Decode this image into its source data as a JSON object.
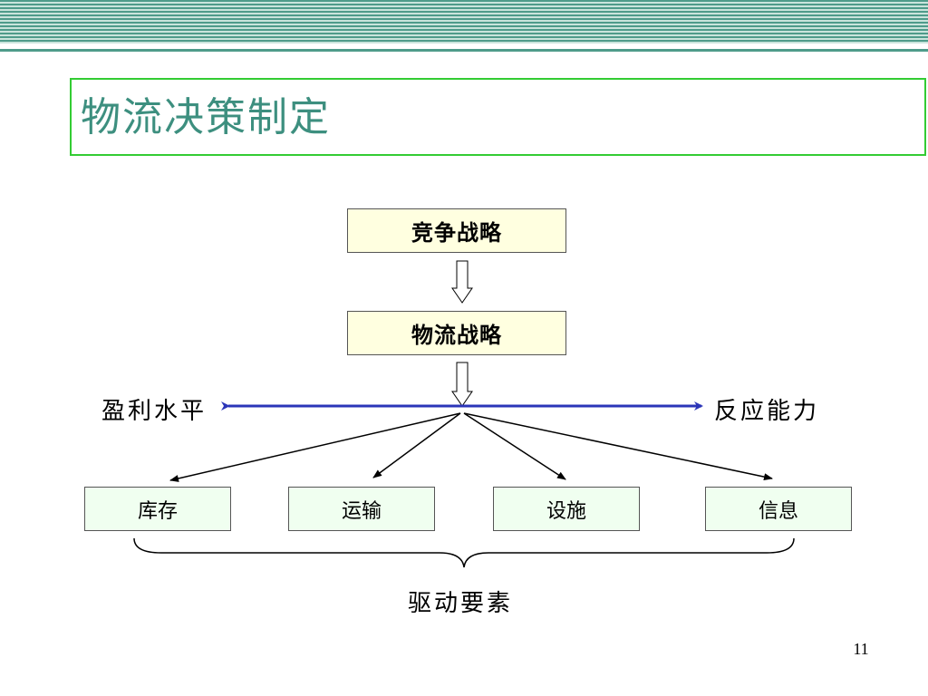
{
  "slide": {
    "title": "物流决策制定",
    "page_number": "11"
  },
  "diagram": {
    "competitive_strategy": "竞争战略",
    "logistics_strategy": "物流战略",
    "left_end": "盈利水平",
    "right_end": "反应能力",
    "drivers": [
      "库存",
      "运输",
      "设施",
      "信息"
    ],
    "drivers_caption": "驱动要素",
    "colors": {
      "spectrum_line": "#2b35b8",
      "strategy_box": "#ffffe0",
      "driver_box": "#f0fff0",
      "title_text": "#3d8f7f",
      "title_border": "#33cc33"
    }
  }
}
